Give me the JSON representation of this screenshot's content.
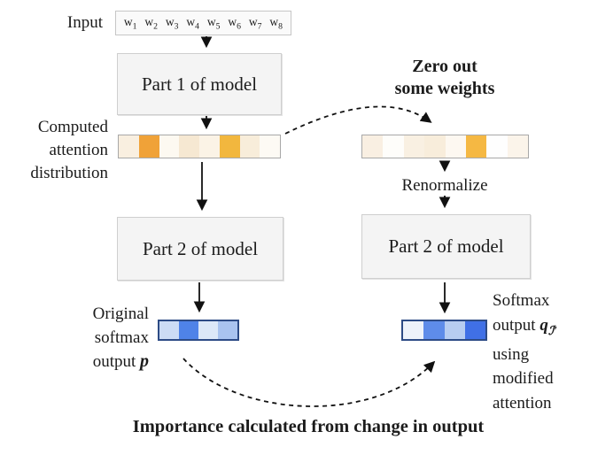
{
  "figure": {
    "text_color": "#1b1b1b",
    "left_column": {
      "input_label": "Input",
      "input_tokens": [
        {
          "base": "w",
          "sub": "1"
        },
        {
          "base": "w",
          "sub": "2"
        },
        {
          "base": "w",
          "sub": "3"
        },
        {
          "base": "w",
          "sub": "4"
        },
        {
          "base": "w",
          "sub": "5"
        },
        {
          "base": "w",
          "sub": "6"
        },
        {
          "base": "w",
          "sub": "7"
        },
        {
          "base": "w",
          "sub": "8"
        }
      ],
      "part1_box_label": "Part 1 of model",
      "attention_label": {
        "line1": "Computed",
        "line2": "attention",
        "line3": "distribution"
      },
      "part2_box_label": "Part 2 of model",
      "output_label": {
        "line1": "Original",
        "line2": "softmax",
        "line3_prefix": "output",
        "symbol": "p"
      }
    },
    "right_column": {
      "zero_out_label": {
        "line1": "Zero out",
        "line2": "some weights"
      },
      "renormalize_label": "Renormalize",
      "part2_box_label": "Part 2 of model",
      "output_label": {
        "line1": "Softmax",
        "line2_prefix": "output",
        "symbol": "q",
        "symbol_sub": "ℐ′",
        "line3": "using",
        "line4": "modified",
        "line5": "attention"
      }
    },
    "caption": "Importance calculated from change in output",
    "strips": {
      "attention_original": {
        "border": "#a8a8a8",
        "cells": [
          "#f9efe0",
          "#f0a238",
          "#fdf9f1",
          "#f6e8d2",
          "#fbf3e6",
          "#f2b73e",
          "#f8edda",
          "#fdfaf4"
        ]
      },
      "attention_modified": {
        "border": "#a8a8a8",
        "cells": [
          "#f9efe2",
          "#fefdfa",
          "#f9f0e2",
          "#f8eddb",
          "#fdf8f1",
          "#f5b843",
          "#fefefe",
          "#fbf4ea"
        ]
      },
      "softmax_original": {
        "border": "#2d4b85",
        "cells": [
          "#ccdcf5",
          "#4f83e8",
          "#dce8f8",
          "#a9c3ef"
        ]
      },
      "softmax_modified": {
        "border": "#2d4b85",
        "cells": [
          "#edf2fa",
          "#5e8ce9",
          "#b7cdf1",
          "#4070e6"
        ]
      }
    }
  }
}
